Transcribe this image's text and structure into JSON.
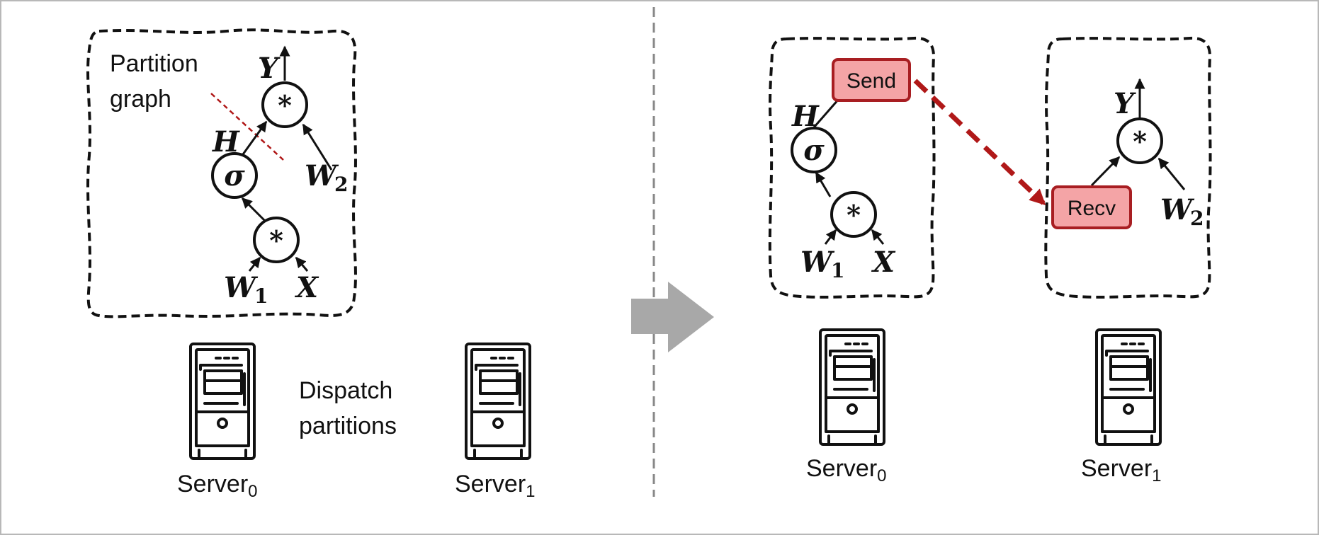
{
  "left_panel": {
    "partition_label_line1": "Partition",
    "partition_label_line2": "graph",
    "graph": {
      "output_var": "Y",
      "hidden_var": "H",
      "weight2_var": "W",
      "weight2_sub": "2",
      "weight1_var": "W",
      "weight1_sub": "1",
      "input_var": "X",
      "mult_op_top": "*",
      "sigma_op": "σ",
      "mult_op_bottom": "*"
    },
    "dispatch_line1": "Dispatch",
    "dispatch_line2": "partitions",
    "server0": {
      "name": "Server",
      "sub": "0"
    },
    "server1": {
      "name": "Server",
      "sub": "1"
    }
  },
  "right_panel": {
    "partition0": {
      "send_label": "Send",
      "hidden_var": "H",
      "sigma_op": "σ",
      "mult_op": "*",
      "weight1_var": "W",
      "weight1_sub": "1",
      "input_var": "X"
    },
    "partition1": {
      "recv_label": "Recv",
      "output_var": "Y",
      "mult_op": "*",
      "weight2_var": "W",
      "weight2_sub": "2"
    },
    "server0": {
      "name": "Server",
      "sub": "0"
    },
    "server1": {
      "name": "Server",
      "sub": "1"
    }
  },
  "colors": {
    "comm_fill": "#f4a4a6",
    "comm_stroke": "#a81e22",
    "partition_cut": "#b01818",
    "transition_arrow": "#a8a8a8"
  },
  "icons": {
    "server": "server-tower-icon",
    "transition": "right-arrow-icon"
  }
}
